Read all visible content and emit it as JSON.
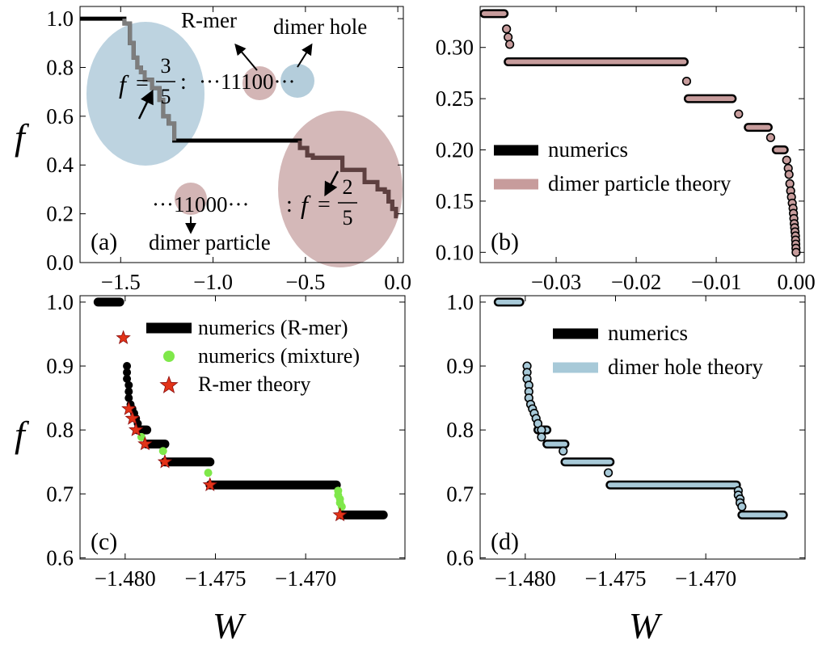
{
  "figure": {
    "shared_xlabel": "W",
    "shared_ylabel": "f"
  },
  "colors": {
    "numerics": "#000000",
    "particle": "#c79c9c",
    "hole": "#a7c9d8",
    "mixture": "#7fe84a",
    "star": "#e23318",
    "star_edge": "#8a0e0e",
    "grey_curve": "#7d7d7d"
  },
  "chart_data": [
    {
      "id": "a",
      "type": "line",
      "panel_label": "(a)",
      "ylabel": "f",
      "xlim": [
        -1.72,
        0.03
      ],
      "ylim": [
        0,
        1.05
      ],
      "xticks": [
        -1.5,
        -1.0,
        -0.5,
        0.0
      ],
      "xtick_labels": [
        "−1.5",
        "−1.0",
        "−0.5",
        "0.0"
      ],
      "yticks": [
        0.0,
        0.2,
        0.4,
        0.6,
        0.8,
        1.0
      ],
      "ytick_labels": [
        "0.0",
        "0.2",
        "0.4",
        "0.6",
        "0.8",
        "1.0"
      ],
      "series": [
        {
          "name": "",
          "color_key": "numerics",
          "points": [
            [
              -1.72,
              1.0
            ],
            [
              -1.48,
              1.0
            ],
            [
              -1.48,
              0.98
            ],
            [
              -1.45,
              0.98
            ],
            [
              -1.45,
              0.9
            ],
            [
              -1.43,
              0.9
            ],
            [
              -1.43,
              0.84
            ],
            [
              -1.41,
              0.84
            ],
            [
              -1.41,
              0.8
            ],
            [
              -1.39,
              0.8
            ],
            [
              -1.39,
              0.78
            ],
            [
              -1.37,
              0.78
            ],
            [
              -1.37,
              0.75
            ],
            [
              -1.33,
              0.75
            ],
            [
              -1.33,
              0.715
            ],
            [
              -1.29,
              0.715
            ],
            [
              -1.29,
              0.667
            ],
            [
              -1.27,
              0.667
            ],
            [
              -1.27,
              0.6
            ],
            [
              -1.24,
              0.6
            ],
            [
              -1.24,
              0.57
            ],
            [
              -1.21,
              0.57
            ],
            [
              -1.21,
              0.5
            ],
            [
              -0.53,
              0.5
            ],
            [
              -0.53,
              0.47
            ],
            [
              -0.49,
              0.47
            ],
            [
              -0.49,
              0.44
            ],
            [
              -0.46,
              0.44
            ],
            [
              -0.46,
              0.43
            ],
            [
              -0.3,
              0.43
            ],
            [
              -0.3,
              0.38
            ],
            [
              -0.18,
              0.38
            ],
            [
              -0.18,
              0.33
            ],
            [
              -0.11,
              0.33
            ],
            [
              -0.11,
              0.3
            ],
            [
              -0.07,
              0.3
            ],
            [
              -0.07,
              0.29
            ],
            [
              -0.05,
              0.29
            ],
            [
              -0.05,
              0.25
            ],
            [
              -0.03,
              0.25
            ],
            [
              -0.03,
              0.22
            ],
            [
              -0.01,
              0.22
            ],
            [
              -0.01,
              0.19
            ],
            [
              0.0,
              0.19
            ]
          ]
        }
      ],
      "annotations": {
        "rmer": "R-mer",
        "dimer_hole": "dimer hole",
        "dimer_particle": "dimer particle",
        "hole_sequence": "···11100···",
        "particle_sequence": "···11000···",
        "f_symbol": "f",
        "equals": "=",
        "colon": ":",
        "hole_fraction_num": "3",
        "hole_fraction_den": "5",
        "particle_fraction_num": "2",
        "particle_fraction_den": "5"
      }
    },
    {
      "id": "b",
      "type": "scatter",
      "panel_label": "(b)",
      "xlim": [
        -0.0395,
        0.001
      ],
      "ylim": [
        0.09,
        0.34
      ],
      "xticks": [
        -0.03,
        -0.02,
        -0.01,
        0.0
      ],
      "xtick_labels": [
        "−0.03",
        "−0.02",
        "−0.01",
        "0.00"
      ],
      "yticks": [
        0.1,
        0.15,
        0.2,
        0.25,
        0.3
      ],
      "ytick_labels": [
        "0.10",
        "0.15",
        "0.20",
        "0.25",
        "0.30"
      ],
      "legend": [
        "numerics",
        "dimer particle theory"
      ],
      "series": [
        {
          "name": "dimer particle theory",
          "color_key": "particle",
          "plateaus": [
            {
              "x0": -0.039,
              "x1": -0.0365,
              "y": 0.333
            },
            {
              "x0": -0.036,
              "x1": -0.014,
              "y": 0.286
            },
            {
              "x0": -0.0135,
              "x1": -0.008,
              "y": 0.25
            },
            {
              "x0": -0.006,
              "x1": -0.0035,
              "y": 0.222
            },
            {
              "x0": -0.0025,
              "x1": -0.0015,
              "y": 0.2
            }
          ],
          "points": [
            [
              -0.0362,
              0.318
            ],
            [
              -0.036,
              0.31
            ],
            [
              -0.0358,
              0.303
            ],
            [
              -0.0137,
              0.267
            ],
            [
              -0.0072,
              0.235
            ],
            [
              -0.0032,
              0.212
            ],
            [
              -0.0012,
              0.19
            ],
            [
              -0.001,
              0.182
            ],
            [
              -0.0009,
              0.176
            ],
            [
              -0.0008,
              0.167
            ],
            [
              -0.0007,
              0.16
            ],
            [
              -0.0006,
              0.154
            ],
            [
              -0.0005,
              0.148
            ],
            [
              -0.0004,
              0.143
            ],
            [
              -0.00035,
              0.138
            ],
            [
              -0.0003,
              0.133
            ],
            [
              -0.00025,
              0.128
            ],
            [
              -0.0002,
              0.124
            ],
            [
              -0.00015,
              0.12
            ],
            [
              -0.0001,
              0.116
            ],
            [
              -8e-05,
              0.112
            ],
            [
              -6e-05,
              0.108
            ],
            [
              -4e-05,
              0.104
            ],
            [
              -2e-05,
              0.1
            ]
          ]
        }
      ]
    },
    {
      "id": "c",
      "type": "scatter",
      "panel_label": "(c)",
      "ylabel": "f",
      "xlabel": "W",
      "xlim": [
        -1.4825,
        -1.4645
      ],
      "ylim": [
        0.598,
        1.01
      ],
      "xticks": [
        -1.48,
        -1.475,
        -1.47
      ],
      "xtick_labels": [
        "−1.480",
        "−1.475",
        "−1.470"
      ],
      "yticks": [
        0.6,
        0.7,
        0.8,
        0.9,
        1.0
      ],
      "ytick_labels": [
        "0.6",
        "0.7",
        "0.8",
        "0.9",
        "1.0"
      ],
      "legend": [
        "numerics (R-mer)",
        "numerics (mixture)",
        "R-mer theory"
      ],
      "series": [
        {
          "name": "numerics (R-mer)",
          "color_key": "numerics",
          "plateaus": [
            {
              "x0": -1.4815,
              "x1": -1.4803,
              "y": 1.0
            },
            {
              "x0": -1.4793,
              "x1": -1.4788,
              "y": 0.8
            },
            {
              "x0": -1.4788,
              "x1": -1.4778,
              "y": 0.778
            },
            {
              "x0": -1.4778,
              "x1": -1.4753,
              "y": 0.75
            },
            {
              "x0": -1.4753,
              "x1": -1.4683,
              "y": 0.714
            },
            {
              "x0": -1.468,
              "x1": -1.4657,
              "y": 0.667
            }
          ],
          "points": [
            [
              -1.4799,
              0.9
            ],
            [
              -1.4799,
              0.89
            ],
            [
              -1.4799,
              0.88
            ],
            [
              -1.4798,
              0.87
            ],
            [
              -1.4798,
              0.86
            ],
            [
              -1.4798,
              0.85
            ],
            [
              -1.4797,
              0.84
            ],
            [
              -1.4796,
              0.833
            ],
            [
              -1.4795,
              0.826
            ],
            [
              -1.4794,
              0.818
            ],
            [
              -1.4793,
              0.81
            ],
            [
              -1.4791,
              0.8
            ]
          ]
        },
        {
          "name": "numerics (mixture)",
          "color_key": "mixture",
          "points": [
            [
              -1.4791,
              0.789
            ],
            [
              -1.4779,
              0.767
            ],
            [
              -1.4754,
              0.733
            ],
            [
              -1.4682,
              0.705
            ],
            [
              -1.4682,
              0.698
            ],
            [
              -1.4681,
              0.692
            ],
            [
              -1.4681,
              0.686
            ],
            [
              -1.468,
              0.68
            ]
          ]
        },
        {
          "name": "R-mer theory",
          "color_key": "star",
          "points": [
            [
              -1.4801,
              0.944
            ],
            [
              -1.4798,
              0.833
            ],
            [
              -1.4796,
              0.818
            ],
            [
              -1.4794,
              0.8
            ],
            [
              -1.4789,
              0.778
            ],
            [
              -1.4778,
              0.75
            ],
            [
              -1.4753,
              0.714
            ],
            [
              -1.4681,
              0.667
            ]
          ]
        }
      ]
    },
    {
      "id": "d",
      "type": "scatter",
      "panel_label": "(d)",
      "xlabel": "W",
      "xlim": [
        -1.4825,
        -1.4645
      ],
      "ylim": [
        0.598,
        1.01
      ],
      "xticks": [
        -1.48,
        -1.475,
        -1.47
      ],
      "xtick_labels": [
        "−1.480",
        "−1.475",
        "−1.470"
      ],
      "yticks": [
        0.6,
        0.7,
        0.8,
        0.9,
        1.0
      ],
      "ytick_labels": [
        "0.6",
        "0.7",
        "0.8",
        "0.9",
        "1.0"
      ],
      "legend": [
        "numerics",
        "dimer hole theory"
      ],
      "series": [
        {
          "name": "dimer hole theory",
          "color_key": "hole",
          "plateaus": [
            {
              "x0": -1.4815,
              "x1": -1.4803,
              "y": 1.0
            },
            {
              "x0": -1.4793,
              "x1": -1.4788,
              "y": 0.8
            },
            {
              "x0": -1.4788,
              "x1": -1.4778,
              "y": 0.778
            },
            {
              "x0": -1.4778,
              "x1": -1.4753,
              "y": 0.75
            },
            {
              "x0": -1.4753,
              "x1": -1.4683,
              "y": 0.714
            },
            {
              "x0": -1.468,
              "x1": -1.4657,
              "y": 0.667
            }
          ],
          "points": [
            [
              -1.4799,
              0.9
            ],
            [
              -1.4799,
              0.89
            ],
            [
              -1.4799,
              0.88
            ],
            [
              -1.4798,
              0.87
            ],
            [
              -1.4798,
              0.86
            ],
            [
              -1.4798,
              0.85
            ],
            [
              -1.4797,
              0.84
            ],
            [
              -1.4796,
              0.833
            ],
            [
              -1.4795,
              0.826
            ],
            [
              -1.4794,
              0.818
            ],
            [
              -1.4793,
              0.81
            ],
            [
              -1.4791,
              0.8
            ],
            [
              -1.4791,
              0.789
            ],
            [
              -1.4779,
              0.767
            ],
            [
              -1.4754,
              0.733
            ],
            [
              -1.4682,
              0.705
            ],
            [
              -1.4682,
              0.698
            ],
            [
              -1.4681,
              0.692
            ],
            [
              -1.4681,
              0.686
            ],
            [
              -1.468,
              0.68
            ]
          ]
        }
      ]
    }
  ]
}
